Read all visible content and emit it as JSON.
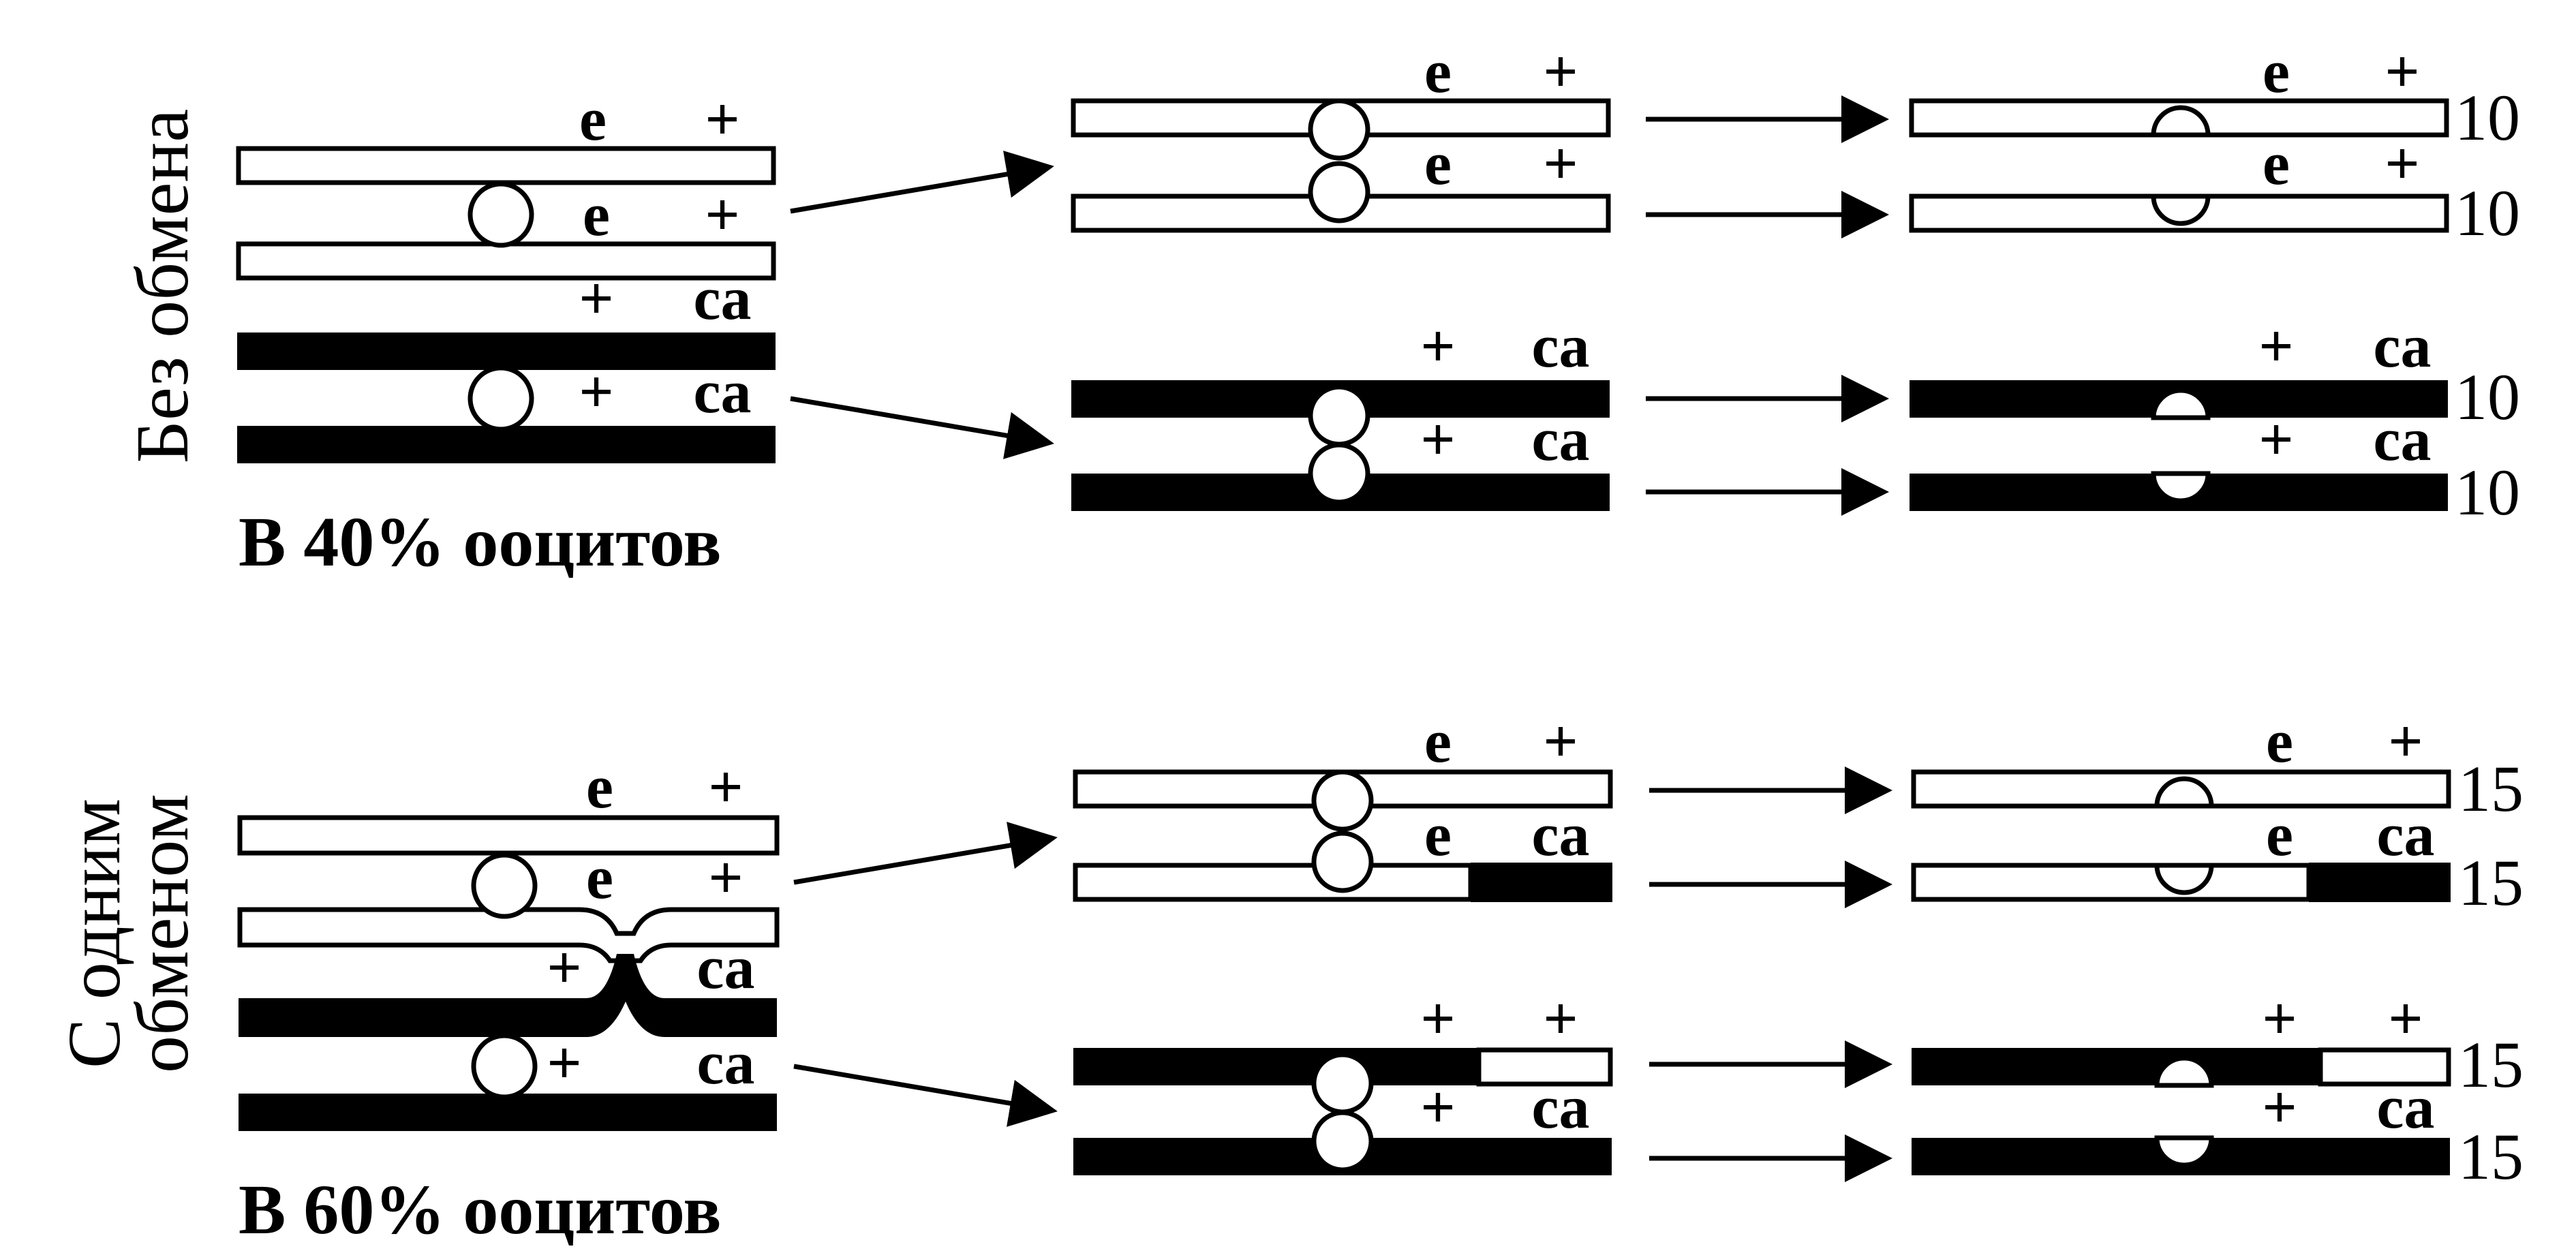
{
  "sections": [
    {
      "side_label_lines": [
        "Без обмена"
      ],
      "caption": "В 40% ооцитов",
      "gene_labels": {
        "top_pair": [
          "e",
          "+",
          "e",
          "+"
        ],
        "bottom_pair": [
          "+",
          "ca",
          "+",
          "ca"
        ]
      },
      "results": [
        {
          "genes": [
            "e",
            "+"
          ],
          "count": "10"
        },
        {
          "genes": [
            "e",
            "+"
          ],
          "count": "10"
        },
        {
          "genes": [
            "+",
            "ca"
          ],
          "count": "10"
        },
        {
          "genes": [
            "+",
            "ca"
          ],
          "count": "10"
        }
      ]
    },
    {
      "side_label_lines": [
        "С одним",
        "обменом"
      ],
      "caption": "В 60% ооцитов",
      "gene_labels": {
        "top_pair": [
          "e",
          "+",
          "e",
          "+"
        ],
        "bottom_pair": [
          "+",
          "ca",
          "+",
          "ca"
        ]
      },
      "results": [
        {
          "genes": [
            "e",
            "+"
          ],
          "count": "15"
        },
        {
          "genes": [
            "e",
            "ca"
          ],
          "count": "15"
        },
        {
          "genes": [
            "+",
            "+"
          ],
          "count": "15"
        },
        {
          "genes": [
            "+",
            "ca"
          ],
          "count": "15"
        }
      ]
    }
  ],
  "colors": {
    "light_chromatid": "#ffffff",
    "dark_chromatid": "#000000",
    "stroke": "#000000"
  }
}
